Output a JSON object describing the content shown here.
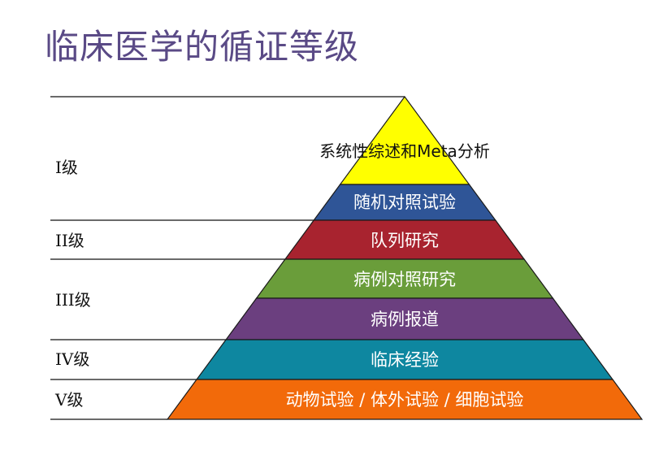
{
  "title": "临床医学的循证等级",
  "levels": [
    {
      "label": "I级"
    },
    {
      "label": "II级"
    },
    {
      "label": "III级"
    },
    {
      "label": "IV级"
    },
    {
      "label": "V级"
    }
  ],
  "pyramid": {
    "layers": [
      {
        "label": "系统性综述和Meta分析",
        "color": "#ffff00",
        "text_color": "#111111",
        "level": "I级"
      },
      {
        "label": "随机对照试验",
        "color": "#2f5597",
        "text_color": "#ffffff",
        "level": "I级"
      },
      {
        "label": "队列研究",
        "color": "#a8232f",
        "text_color": "#ffffff",
        "level": "II级"
      },
      {
        "label": "病例对照研究",
        "color": "#6a9d3a",
        "text_color": "#ffffff",
        "level": "III级"
      },
      {
        "label": "病例报道",
        "color": "#6b3f7f",
        "text_color": "#ffffff",
        "level": "III级"
      },
      {
        "label": "临床经验",
        "color": "#0e87a0",
        "text_color": "#ffffff",
        "level": "IV级"
      },
      {
        "label": "动物试验 / 体外试验 / 细胞试验",
        "color": "#f26a0a",
        "text_color": "#ffffff",
        "level": "V级"
      }
    ]
  }
}
